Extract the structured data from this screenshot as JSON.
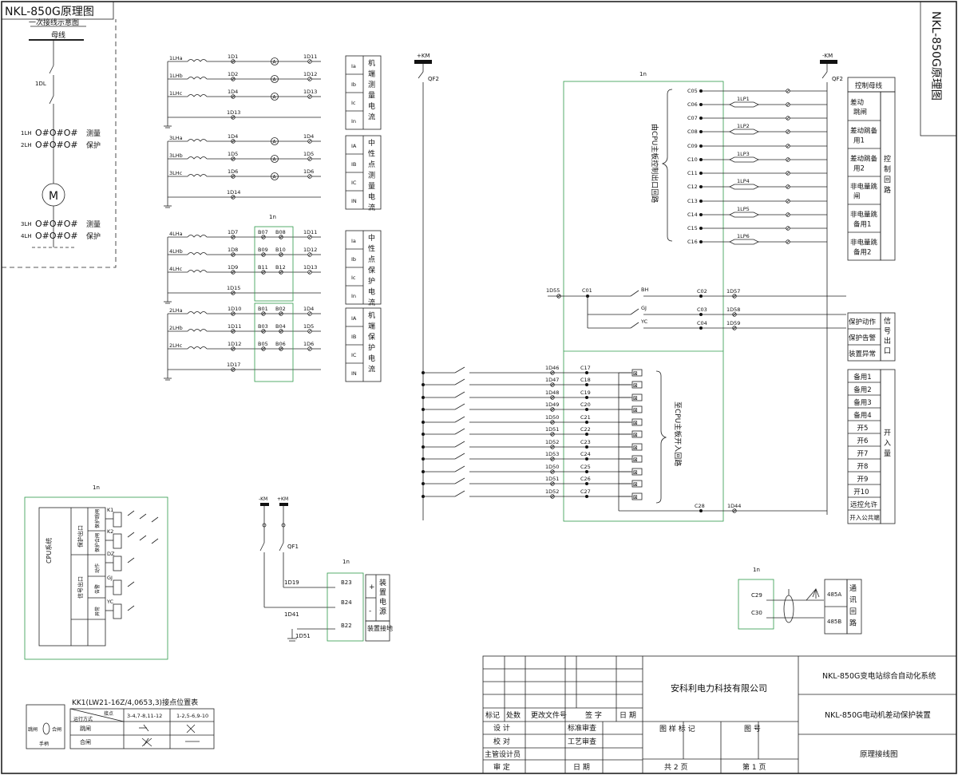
{
  "drawing": {
    "title": "NKL-850G原理图",
    "side_title": "NKL-850G原理图"
  },
  "primary": {
    "subtitle": "一次接线示意图",
    "busbar": "母线",
    "breaker": "1DL",
    "ct_top": [
      "1LH",
      "2LH"
    ],
    "ct_top_roles": [
      "测量",
      "保护"
    ],
    "motor": "M",
    "ct_bottom": [
      "3LH",
      "4LH"
    ],
    "ct_bottom_roles": [
      "测量",
      "保护"
    ]
  },
  "ct_groups": [
    {
      "inputs": [
        "1LHa",
        "1LHb",
        "1LHc"
      ],
      "terms": [
        "1D1",
        "1D2",
        "1D4"
      ],
      "out": [
        "1D11",
        "1D12",
        "1D13"
      ],
      "common": "1D13",
      "ammeter": true
    },
    {
      "inputs": [
        "3LHa",
        "3LHb",
        "3LHc"
      ],
      "terms": [
        "1D4",
        "1D5",
        "1D6"
      ],
      "out": [
        "1D4",
        "1D5",
        "1D6"
      ],
      "common": "1D14",
      "ammeter": true
    },
    {
      "inputs": [
        "4LHa",
        "4LHb",
        "4LHc"
      ],
      "terms": [
        "1D7",
        "1D8",
        "1D9"
      ],
      "b_left": [
        "B07",
        "B09",
        "B11"
      ],
      "b_right": [
        "B08",
        "B10",
        "B12"
      ],
      "out": [
        "1D11",
        "1D12",
        "1D13"
      ],
      "common": "1D15"
    },
    {
      "inputs": [
        "2LHa",
        "2LHb",
        "2LHc"
      ],
      "terms": [
        "1D10",
        "1D11",
        "1D12"
      ],
      "b_left": [
        "B01",
        "B03",
        "B05"
      ],
      "b_right": [
        "B02",
        "B04",
        "B06"
      ],
      "out": [
        "1D4",
        "1D5",
        "1D6"
      ],
      "common": "1D17"
    }
  ],
  "module_label": "1n",
  "current_tables": [
    {
      "rows": [
        "Ia",
        "Ib",
        "Ic",
        "In"
      ],
      "label": "机端测量电流"
    },
    {
      "rows": [
        "IA",
        "IB",
        "IC",
        "IN"
      ],
      "label": "中性点测量电流"
    },
    {
      "rows": [
        "Ia",
        "Ib",
        "Ic",
        "In"
      ],
      "label": "中性点保护电流"
    },
    {
      "rows": [
        "IA",
        "IB",
        "IC",
        "IN"
      ],
      "label": "机端保护电流"
    }
  ],
  "dc_supply": {
    "plus": "+KM",
    "minus": "-KM",
    "switch": "QF2"
  },
  "outputs": {
    "label": "由CPU主板控制出口回路",
    "terminals": [
      "C05",
      "C06",
      "C07",
      "C08",
      "C09",
      "C10",
      "C11",
      "C12",
      "C13",
      "C14",
      "C15",
      "C16"
    ],
    "plates": [
      "1LP1",
      "1LP2",
      "1LP3",
      "1LP4",
      "1LP5",
      "1LP6"
    ]
  },
  "control": {
    "header": "控制母线",
    "items": [
      "差动跳闸",
      "差动跳备用1",
      "差动跳备用2",
      "非电量跳闸",
      "非电量跳备用1",
      "非电量跳备用2"
    ],
    "group": "控制回路"
  },
  "signals": {
    "left_term": "1D55",
    "common": "C01",
    "contacts": [
      "BH",
      "GJ",
      "YC"
    ],
    "terms": [
      "C02",
      "C03",
      "C04"
    ],
    "out": [
      "1D57",
      "1D58",
      "1D59"
    ],
    "items": [
      "保护动作",
      "保护告警",
      "装置异常"
    ],
    "group": "信号出口"
  },
  "inputs": {
    "label": "至CPU主板开入回路",
    "terms": [
      "1D46",
      "1D47",
      "1D48",
      "1D49",
      "1D50",
      "1D51",
      "1D52",
      "1D53",
      "1D50",
      "1D51",
      "1D52"
    ],
    "channels": [
      "C17",
      "C18",
      "C19",
      "C20",
      "C21",
      "C22",
      "C23",
      "C24",
      "C25",
      "C26",
      "C27"
    ],
    "common": "C28",
    "common_out": "1D44",
    "items": [
      "备用1",
      "备用2",
      "备用3",
      "备用4",
      "开5",
      "开6",
      "开7",
      "开8",
      "开9",
      "开10",
      "远控允许",
      "开入公共端"
    ],
    "group": "开入量"
  },
  "cpu": {
    "label": "CPU系统",
    "group_a": "保护出口",
    "group_b": "信号出口",
    "items": [
      "保护跳闸",
      "保护合闸",
      "动作",
      "告警",
      "异常"
    ],
    "relays": [
      "K1",
      "K2",
      "DZ",
      "GJ",
      "YC"
    ]
  },
  "power": {
    "minus": "-KM",
    "plus": "+KM",
    "switch": "QF1",
    "terms": [
      "1D19",
      "1D41",
      "1D51"
    ],
    "pins": [
      "B23",
      "B24",
      "B22"
    ],
    "signs": [
      "+",
      "-"
    ],
    "label": "装置电源",
    "ground": "装置接地"
  },
  "comm": {
    "pins": [
      "C29",
      "C30"
    ],
    "ports": [
      "485A",
      "485B"
    ],
    "label": "通讯回路"
  },
  "kk": {
    "title": "KK1(LW21-16Z/4,0653,3)接点位置表",
    "row_header": "运行方式",
    "col_header": "接点",
    "cols": [
      "3-4,7-8,11-12",
      "1-2,5-6,9-10"
    ],
    "rows": [
      "跳闸",
      "合闸"
    ],
    "handle": [
      "跳闸",
      "合闸",
      "手柄"
    ]
  },
  "title_block": {
    "company": "安科利电力科技有限公司",
    "system": "NKL-850G变电站综合自动化系统",
    "device": "NKL-850G电动机差动保护装置",
    "drawing": "原理接线图",
    "rev_headers": [
      "标记",
      "处数",
      "更改文件号",
      "签 字",
      "日 期"
    ],
    "roles": [
      "设 计",
      "校 对",
      "主管设计员",
      "审 定"
    ],
    "reviews": [
      "标准审查",
      "工艺审查",
      "日 期"
    ],
    "sheet": [
      "图 样 标 记",
      "图 号"
    ],
    "pages": [
      "共 2 页",
      "第 1 页"
    ]
  }
}
